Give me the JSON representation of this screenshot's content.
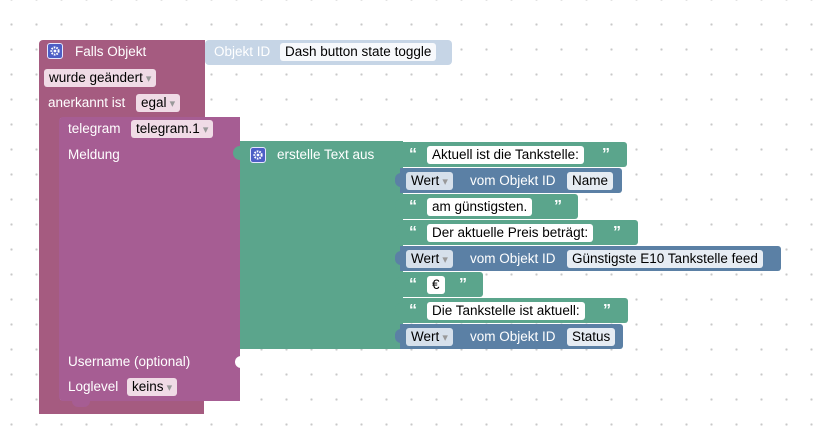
{
  "colors": {
    "event_block": "#a55b80",
    "telegram_block": "#a65d93",
    "text_block": "#5ba58c",
    "value_block": "#5b80a5",
    "object_id_block": "#c6d5e6"
  },
  "event": {
    "title": "Falls Objekt",
    "changed_dropdown": "wurde geändert",
    "ack_label": "anerkannt ist",
    "ack_dropdown": "egal"
  },
  "object_id": {
    "label": "Objekt ID",
    "value": "Dash button state toggle"
  },
  "telegram": {
    "label": "telegram",
    "instance_dropdown": "telegram.1",
    "message_label": "Meldung",
    "username_label": "Username (optional)",
    "loglevel_label": "Loglevel",
    "loglevel_dropdown": "keins"
  },
  "create_text": {
    "label": "erstelle Text aus"
  },
  "items": [
    {
      "type": "text",
      "open_quote": "“",
      "text": "Aktuell ist die Tankstelle:",
      "close_quote": "”"
    },
    {
      "type": "value",
      "dropdown": "Wert",
      "label": "vom Objekt ID",
      "object": "Name"
    },
    {
      "type": "text",
      "open_quote": "“",
      "text": "am günstigsten.",
      "close_quote": "”"
    },
    {
      "type": "text",
      "open_quote": "“",
      "text": "Der aktuelle Preis beträgt:",
      "close_quote": "”"
    },
    {
      "type": "value",
      "dropdown": "Wert",
      "label": "vom Objekt ID",
      "object": "Günstigste E10 Tankstelle feed"
    },
    {
      "type": "text",
      "open_quote": "“",
      "text": "€",
      "close_quote": "”"
    },
    {
      "type": "text",
      "open_quote": "“",
      "text": "Die Tankstelle ist aktuell:",
      "close_quote": "”"
    },
    {
      "type": "value",
      "dropdown": "Wert",
      "label": "vom Objekt ID",
      "object": "Status"
    }
  ]
}
